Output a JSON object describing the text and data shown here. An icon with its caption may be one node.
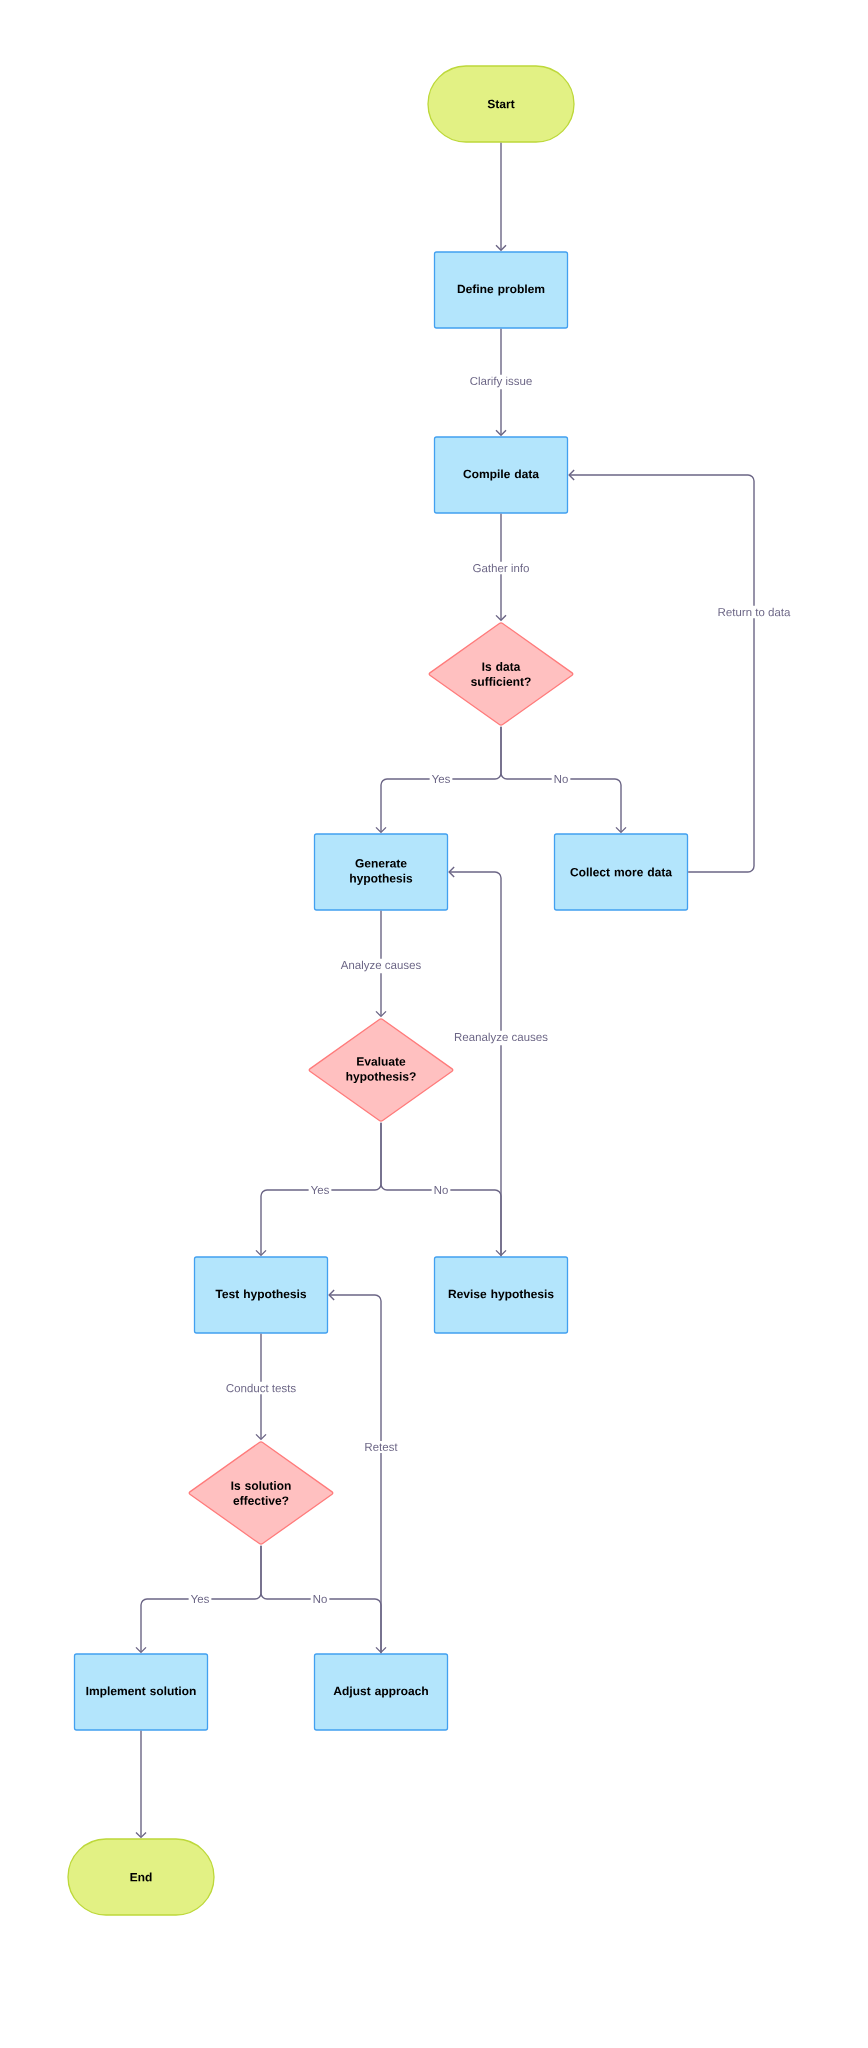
{
  "diagram": {
    "nodes": [
      {
        "text": [
          "Start"
        ]
      },
      {
        "text": [
          "Define problem"
        ]
      },
      {
        "text": [
          "Compile data"
        ]
      },
      {
        "text": [
          "Is data sufficient?"
        ]
      },
      {
        "text": [
          "Generate hypothesis"
        ]
      },
      {
        "text": [
          "Collect more data"
        ]
      },
      {
        "text": [
          "Evaluate hypothesis?"
        ]
      },
      {
        "text": [
          "Test hypothesis"
        ]
      },
      {
        "text": [
          "Revise hypothesis"
        ]
      },
      {
        "text": [
          "Is solution effective?"
        ]
      },
      {
        "text": [
          "Implement solution"
        ]
      },
      {
        "text": [
          "Adjust approach"
        ]
      },
      {
        "text": [
          "End"
        ]
      }
    ],
    "edges": [
      {
        "from": 0,
        "to": 1,
        "arrow": "to"
      },
      {
        "from": 1,
        "to": 2,
        "arrow": "to",
        "label": "Clarify issue"
      },
      {
        "from": 2,
        "to": 3,
        "arrow": "to",
        "label": "Gather info"
      },
      {
        "from": 3,
        "to": 4,
        "arrow": "to",
        "label": "Yes"
      },
      {
        "from": 3,
        "to": 5,
        "arrow": "to",
        "label": "No"
      },
      {
        "from": 5,
        "to": 2,
        "arrow": "to",
        "label": "Return to data"
      },
      {
        "from": 4,
        "to": 6,
        "arrow": "to",
        "label": "Analyze causes"
      },
      {
        "from": 6,
        "to": 7,
        "arrow": "to",
        "label": "Yes"
      },
      {
        "from": 6,
        "to": 8,
        "arrow": "to",
        "label": "No"
      },
      {
        "from": 8,
        "to": 4,
        "arrow": "to",
        "label": "Reanalyze causes"
      },
      {
        "from": 7,
        "to": 9,
        "arrow": "to",
        "label": "Conduct tests"
      },
      {
        "from": 9,
        "to": 10,
        "arrow": "to",
        "label": "Yes"
      },
      {
        "from": 9,
        "to": 11,
        "arrow": "to",
        "label": "No"
      },
      {
        "from": 11,
        "to": 7,
        "arrow": "to",
        "label": "Retest"
      },
      {
        "from": 10,
        "to": 12,
        "arrow": "to"
      }
    ]
  }
}
